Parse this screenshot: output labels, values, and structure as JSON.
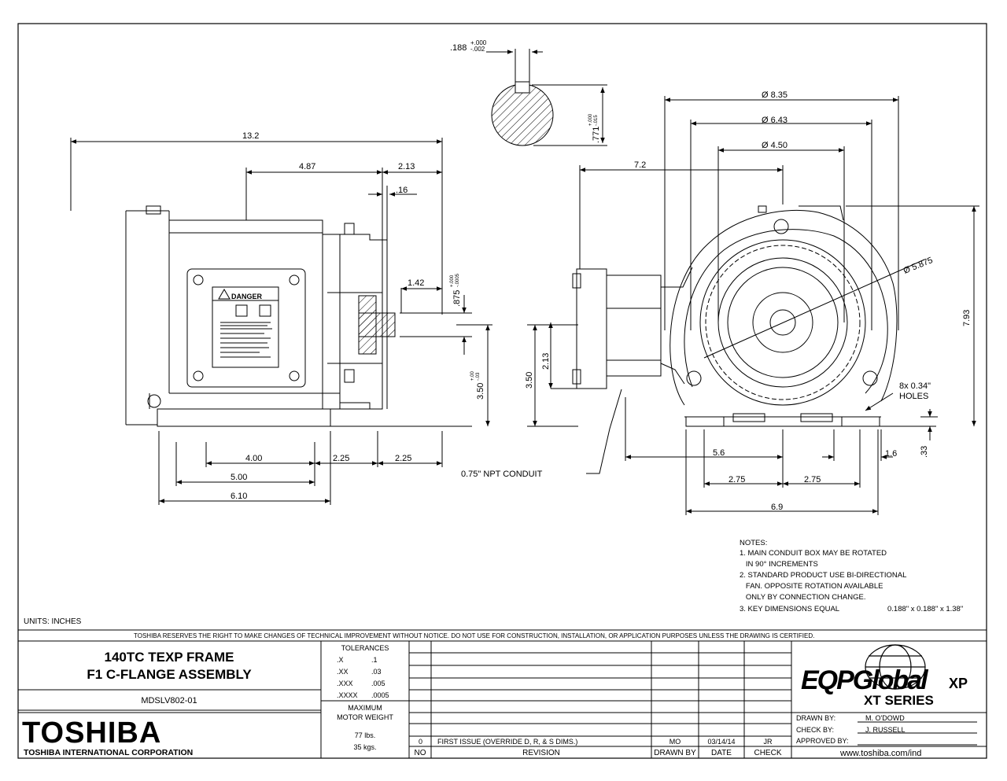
{
  "dimensions": {
    "key_width": ".188",
    "key_width_tol_plus": "+.000",
    "key_width_tol_minus": "-.002",
    "key_depth": ".771",
    "key_depth_tol_plus": "+.000",
    "key_depth_tol_minus": "-.015",
    "overall_length": "13.2",
    "d_487": "4.87",
    "d_213_top": "2.13",
    "d_16": ".16",
    "d_142": "1.42",
    "shaft_dia": ".875",
    "shaft_tol_plus": "+.000",
    "shaft_tol_minus": "-.0005",
    "shaft_height": "3.50",
    "shaft_height_tol_plus": "+.00",
    "shaft_height_tol_minus": "-.03",
    "foot_400": "4.00",
    "foot_500": "5.00",
    "foot_610": "6.10",
    "d_225_a": "2.25",
    "d_225_b": "2.25",
    "conduit_label": "0.75\" NPT CONDUIT",
    "d_72": "7.2",
    "dia_835": "Ø 8.35",
    "dia_643": "Ø 6.43",
    "dia_450": "Ø 4.50",
    "dia_5875": "Ø 5.875",
    "d_793": "7.93",
    "d_350_right": "3.50",
    "d_213_right": "2.13",
    "holes_1": "8x 0.34\"",
    "holes_2": "HOLES",
    "d_56": "5.6",
    "d_16b": "1.6",
    "d_33": ".33",
    "d_275_a": "2.75",
    "d_275_b": "2.75",
    "d_69": "6.9"
  },
  "danger_label": "DANGER",
  "notes": {
    "heading": "NOTES:",
    "lines": [
      "1. MAIN CONDUIT BOX MAY BE ROTATED",
      "   IN 90° INCREMENTS",
      "2. STANDARD PRODUCT USE BI-DIRECTIONAL",
      "   FAN. OPPOSITE ROTATION AVAILABLE",
      "   ONLY BY CONNECTION CHANGE.",
      "3. KEY DIMENSIONS EQUAL"
    ],
    "key_dims": "0.188\" x 0.188\" x 1.38\""
  },
  "units": "UNITS: INCHES",
  "disclaimer": "TOSHIBA RESERVES THE RIGHT TO MAKE CHANGES OF TECHNICAL IMPROVEMENT WITHOUT NOTICE. DO NOT USE FOR CONSTRUCTION, INSTALLATION, OR APPLICATION PURPOSES UNLESS THE DRAWING IS CERTIFIED.",
  "title_block": {
    "title_line1": "140TC TEXP FRAME",
    "title_line2": "F1 C-FLANGE ASSEMBLY",
    "drawing_number": "MDSLV802-01",
    "company": "TOSHIBA",
    "company_sub": "TOSHIBA INTERNATIONAL CORPORATION",
    "tolerances_heading": "TOLERANCES",
    "tolerances": [
      {
        "precision": ".X",
        "value": ".1"
      },
      {
        "precision": ".XX",
        "value": ".03"
      },
      {
        "precision": ".XXX",
        "value": ".005"
      },
      {
        "precision": ".XXXX",
        "value": ".0005"
      }
    ],
    "max_weight_heading1": "MAXIMUM",
    "max_weight_heading2": "MOTOR WEIGHT",
    "weight_lbs": "77 lbs.",
    "weight_kgs": "35 kgs.",
    "revision_row": {
      "no": "0",
      "revision": "FIRST ISSUE (OVERRIDE D, R, & S DIMS.)",
      "drawn_by": "MO",
      "date": "03/14/14",
      "check": "JR"
    },
    "revision_headers": {
      "no": "NO",
      "revision": "REVISION",
      "drawn_by": "DRAWN BY",
      "date": "DATE",
      "check": "CHECK"
    },
    "logo_main": "EQPGlobal",
    "logo_xp": "XP",
    "logo_series": "XT SERIES",
    "drawn_by_label": "DRAWN BY:",
    "drawn_by": "M. O'DOWD",
    "check_by_label": "CHECK BY:",
    "check_by": "J. RUSSELL",
    "approved_by_label": "APPROVED BY:",
    "approved_by": "",
    "website": "www.toshiba.com/ind"
  }
}
